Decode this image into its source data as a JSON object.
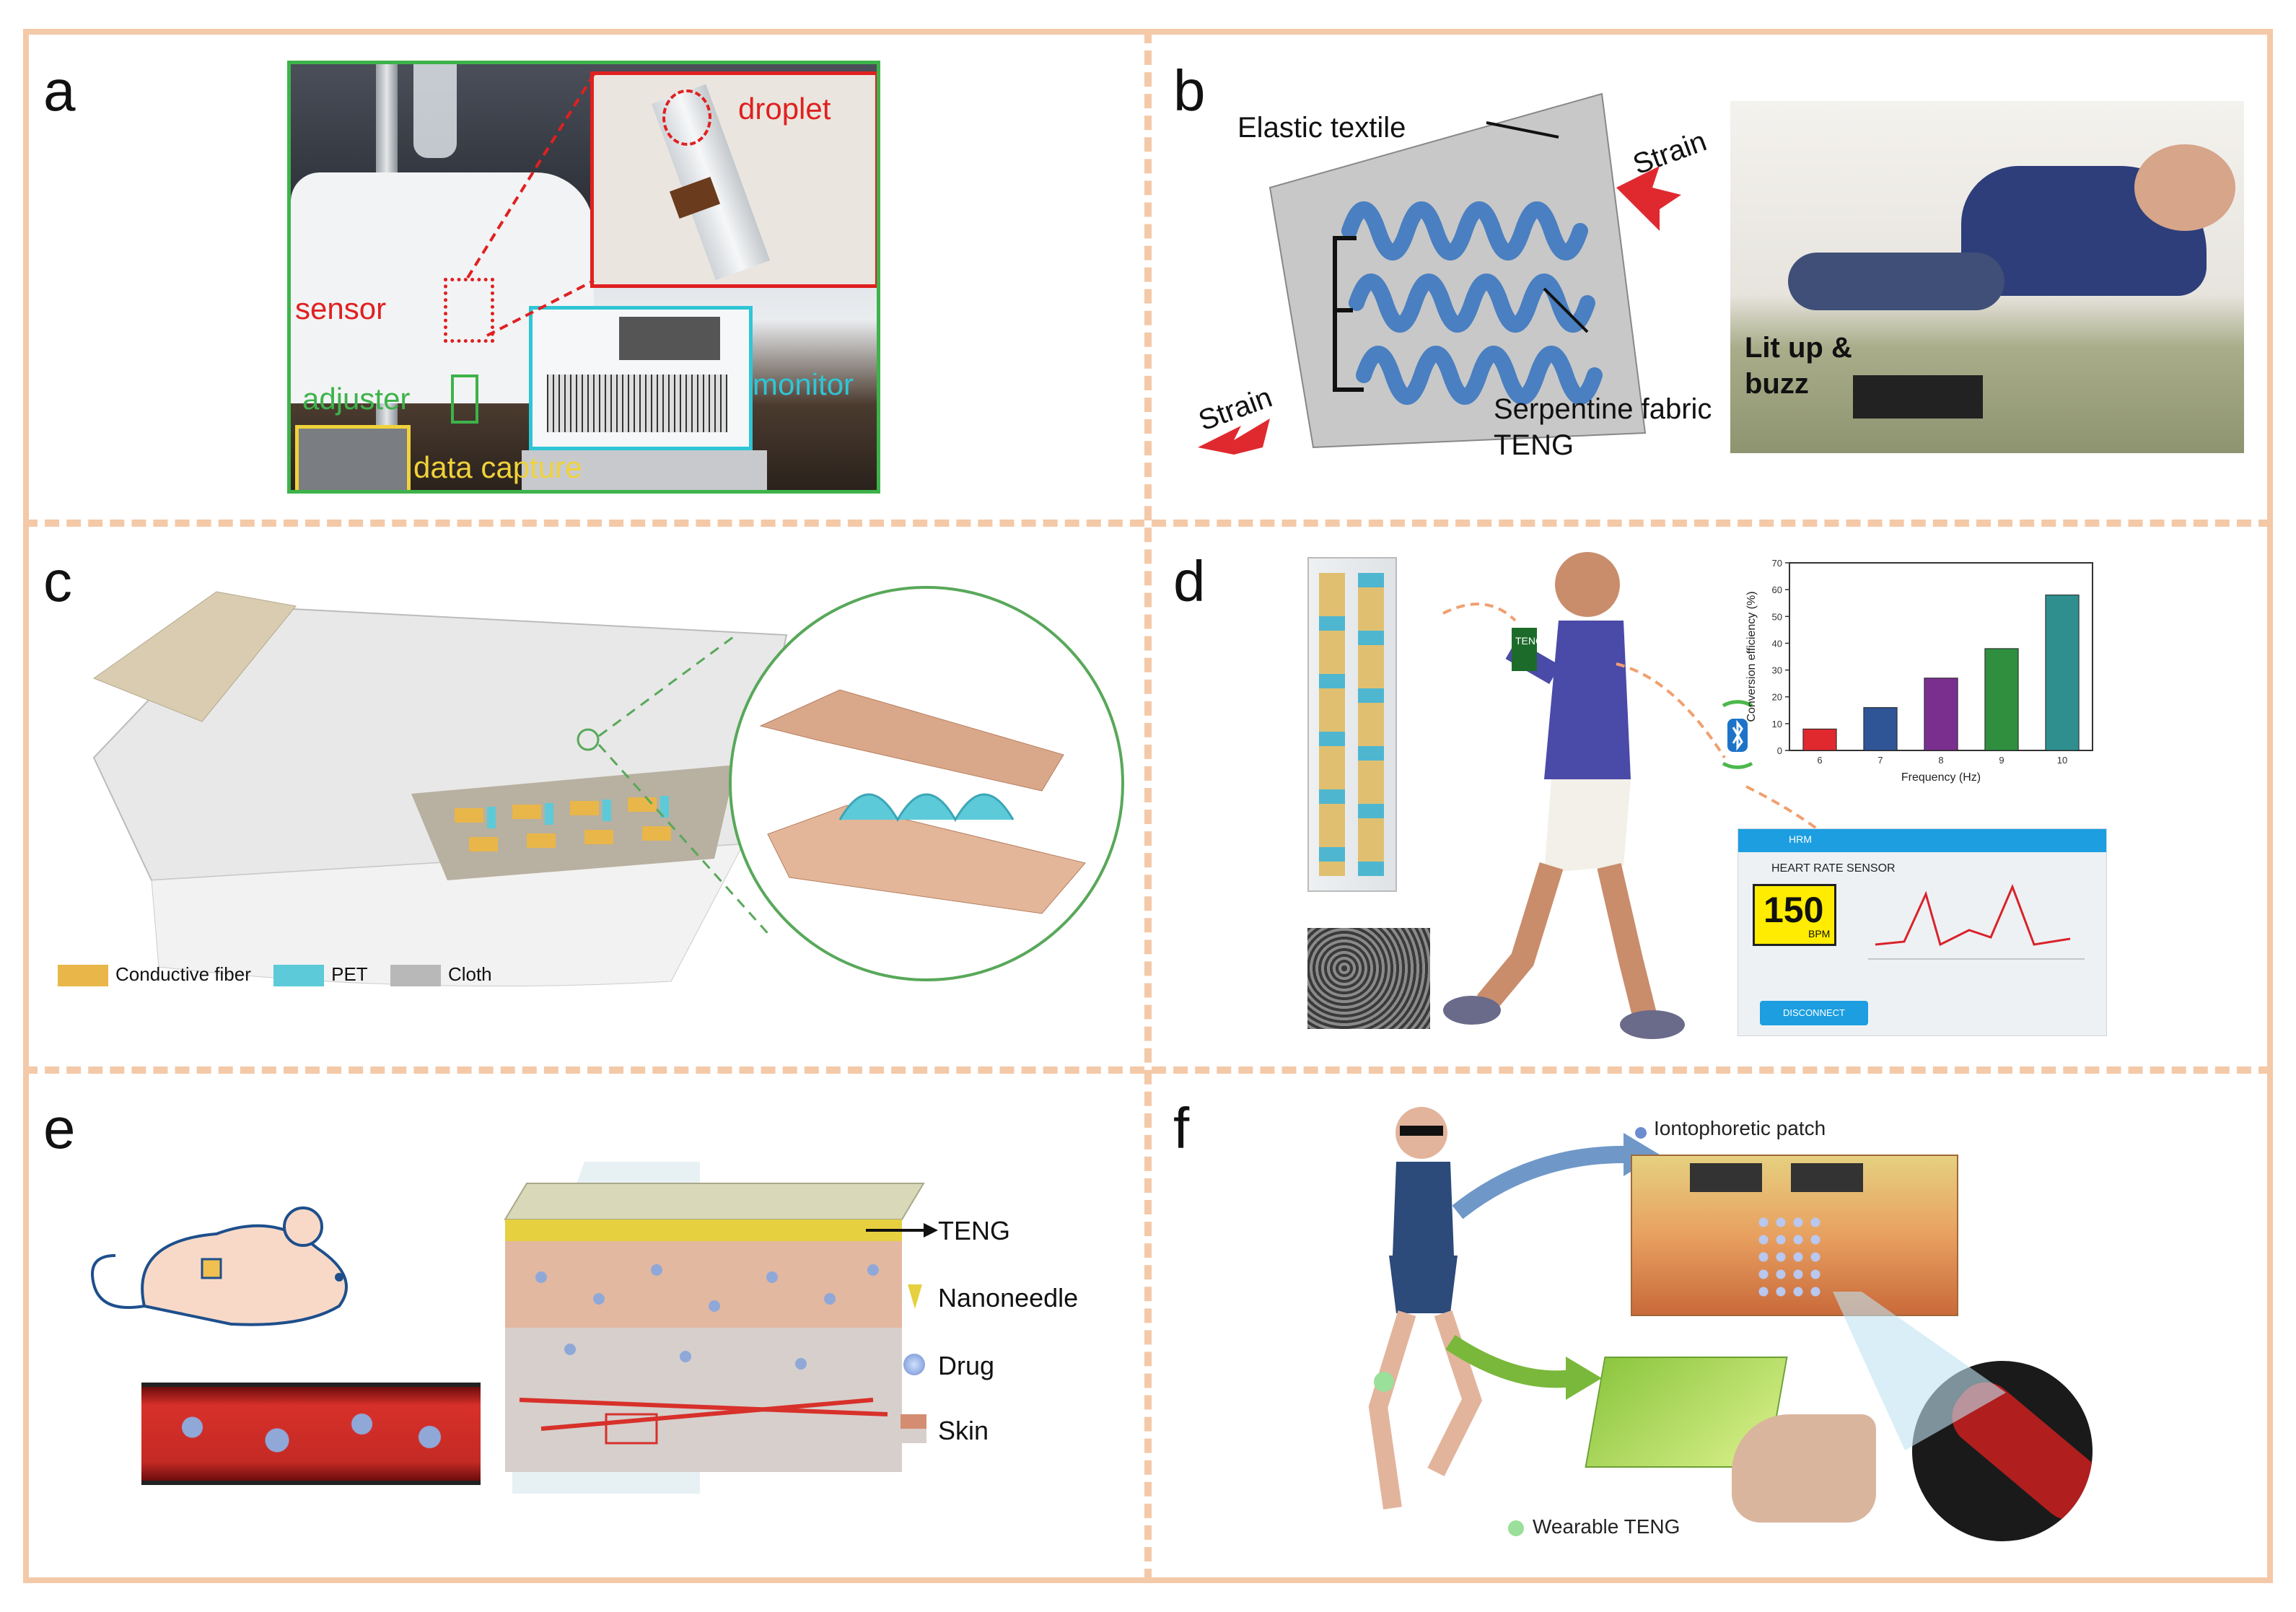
{
  "panels": {
    "a": {
      "letter": "a",
      "droplet": "droplet",
      "sensor": "sensor",
      "adjuster": "adjuster",
      "monitor": "monitor",
      "data_capture": "data capture"
    },
    "b": {
      "letter": "b",
      "elastic_textile": "Elastic textile",
      "strain_top": "Strain",
      "strain_bottom": "Strain",
      "serpentine_line1": "Serpentine fabric",
      "serpentine_line2": "TENG",
      "lit_line1": "Lit up &",
      "lit_line2": "buzz"
    },
    "c": {
      "letter": "c",
      "legend": [
        "Conductive fiber",
        "PET",
        "Cloth"
      ]
    },
    "d": {
      "letter": "d",
      "device_label": "TENG",
      "app_header": "HRM",
      "app_title": "HEART RATE SENSOR",
      "bpm_value": "150",
      "bpm_unit": "BPM",
      "disconnect": "DISCONNECT"
    },
    "e": {
      "letter": "e",
      "teng": "TENG",
      "nanoneedle": "Nanoneedle",
      "drug": "Drug",
      "skin": "Skin"
    },
    "f": {
      "letter": "f",
      "patch": "Iontophoretic patch",
      "wearable": "Wearable TENG"
    }
  },
  "colors": {
    "border": "#f4c9a8",
    "bar_colors": [
      "#e0292f",
      "#2f5597",
      "#7a2f8f",
      "#2f8f3f",
      "#2f8f8f"
    ]
  },
  "chart_data": {
    "type": "bar",
    "categories": [
      "6",
      "7",
      "8",
      "9",
      "10"
    ],
    "values": [
      8,
      16,
      27,
      38,
      58
    ],
    "xlabel": "Frequency (Hz)",
    "ylabel": "Conversion efficiency (%)",
    "ylim": [
      0,
      70
    ],
    "yticks": [
      "0",
      "10",
      "20",
      "30",
      "40",
      "50",
      "60",
      "70"
    ]
  }
}
